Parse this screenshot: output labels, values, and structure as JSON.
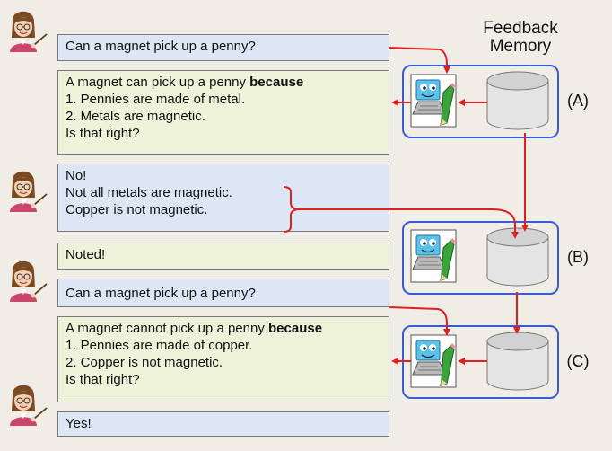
{
  "memory_title": [
    "Feedback",
    "Memory"
  ],
  "group_labels": [
    "(A)",
    "(B)",
    "(C)"
  ],
  "colors": {
    "user_bubble": "#dde6f5",
    "bot_bubble": "#eef2d9",
    "memory_border": "#3b5bd6",
    "arrow": "#e02020"
  },
  "icons": [
    "teacher-icon",
    "robot-laptop-icon",
    "pencil-icon",
    "database-cylinder-icon"
  ],
  "conversation": [
    {
      "speaker": "user",
      "lines": [
        "Can a magnet pick up a penny?"
      ]
    },
    {
      "speaker": "bot",
      "intro": "A magnet can pick up a penny ",
      "keyword": "because",
      "lines": [
        "1.  Pennies are made of metal.",
        "2.  Metals are magnetic.",
        "Is that right?"
      ]
    },
    {
      "speaker": "user",
      "lines": [
        "No!",
        "Not all metals are magnetic.",
        "Copper is not magnetic."
      ]
    },
    {
      "speaker": "bot",
      "lines": [
        "Noted!"
      ]
    },
    {
      "speaker": "user",
      "lines": [
        "Can a magnet pick up a penny?"
      ]
    },
    {
      "speaker": "bot",
      "intro": "A magnet cannot pick up a penny ",
      "keyword": "because",
      "lines": [
        "1.  Pennies are made of copper.",
        "2.  Copper is not magnetic.",
        "Is that right?"
      ]
    },
    {
      "speaker": "user",
      "lines": [
        "Yes!"
      ]
    }
  ]
}
